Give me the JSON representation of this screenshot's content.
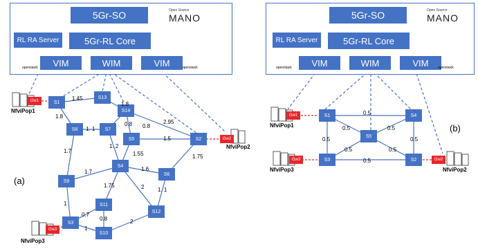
{
  "left": {
    "so": "5Gr-SO",
    "core": "5Gr-RL Core",
    "rl_ra": "RL RA Server",
    "vim1": "VIM",
    "wim": "WIM",
    "vim2": "VIM",
    "openstack1": "openstack",
    "openstack2": "openstack",
    "osm_small": "Open Source",
    "osm_big": "MANO",
    "nfvi1": "NfviPop1",
    "nfvi2": "NfviPop2",
    "nfvi3": "NfviPop3",
    "gw1": "Gw1",
    "gw2": "Gw2",
    "gw3": "Gw3",
    "nodes": {
      "s1": "S1",
      "s2": "S2",
      "s3": "S3",
      "s4": "S4",
      "s5": "S5",
      "s6": "S6",
      "s7": "S7",
      "s8": "S8",
      "s9": "S9",
      "s10": "S10",
      "s11": "S11",
      "s12": "S12",
      "s13": "S13",
      "s14": "S14"
    },
    "weights": {
      "s1_s13": "1.45",
      "s13_s14": "1.8",
      "s1_s8": "1.8",
      "s8_s7": "1. 1",
      "s7_s14": "0.8",
      "s14_s5": "0.8",
      "s14_s2": "2.95",
      "s5_s2": "1.5",
      "s7_s4": "1. 2",
      "s8_s9": "1.7",
      "s5_s4": "1.55",
      "s9_s4": "1.7",
      "s4_s6": "1.6",
      "s2_s6": "1.75",
      "s4_s11": "1.75",
      "s4_s12": "2",
      "s6_s12": "1. 1",
      "s9_s3": "1",
      "s3_s11": "0.7",
      "s11_s10": "0.8",
      "s3_s10": "1",
      "s10_s12": "2"
    },
    "caption": "(a)"
  },
  "right": {
    "so": "5Gr-SO",
    "core": "5Gr-RL Core",
    "rl_ra": "RL RA Server",
    "vim1": "VIM",
    "wim": "WIM",
    "vim2": "VIM",
    "openstack1": "openstack",
    "openstack2": "openstack",
    "osm_small": "Open Source",
    "osm_big": "MANO",
    "nfvi1": "NfviPop1",
    "nfvi2": "NfviPop2",
    "nfvi3": "NfviPop3",
    "gw1": "Gw1",
    "gw2": "Gw2",
    "gw3": "Gw3",
    "nodes": {
      "s1": "S1",
      "s2": "S2",
      "s3": "S3",
      "s4": "S4",
      "s5": "S5"
    },
    "weights": {
      "s1_s4": "0.5",
      "s1_s5": "0.5",
      "s4_s5": "0.5",
      "s1_s3": "0.5",
      "s4_s2": "0.5",
      "s5_s3": "0.5",
      "s5_s2": "0.5",
      "s3_s2": "0.5"
    },
    "caption": "(b)"
  },
  "colors": {
    "node": "#4472c4",
    "gw": "#e8262b",
    "openstack": "#ed1944",
    "line_net": "#4472c4",
    "line_gw": "#e8262b"
  }
}
